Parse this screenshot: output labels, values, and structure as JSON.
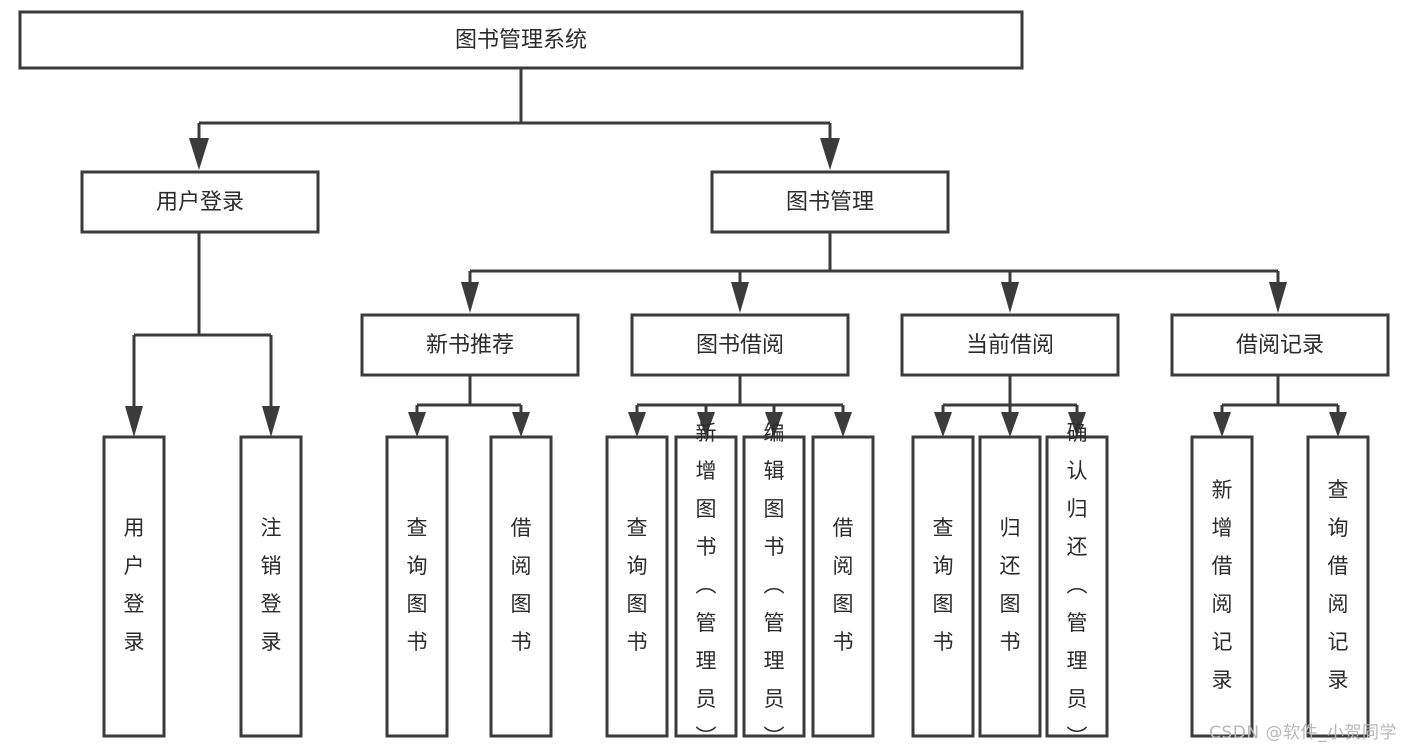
{
  "diagram": {
    "type": "tree",
    "title": "图书管理系统",
    "watermark": "CSDN @软件_小贺同学",
    "colors": {
      "stroke": "#3b3b3b",
      "fill": "#ffffff",
      "text": "#2b2b2b",
      "watermark": "#b8b8b8",
      "background": "#ffffff"
    },
    "root": {
      "label": "图书管理系统"
    },
    "level2": [
      {
        "label": "用户登录"
      },
      {
        "label": "图书管理"
      }
    ],
    "level3": [
      {
        "label": "新书推荐"
      },
      {
        "label": "图书借阅"
      },
      {
        "label": "当前借阅"
      },
      {
        "label": "借阅记录"
      }
    ],
    "leaves": {
      "user_login": [
        {
          "label": "用户登录"
        },
        {
          "label": "注销登录"
        }
      ],
      "new_book_recommend": [
        {
          "label": "查询图书"
        },
        {
          "label": "借阅图书"
        }
      ],
      "book_borrow": [
        {
          "label": "查询图书"
        },
        {
          "label": "新增图书（管理员）"
        },
        {
          "label": "编辑图书（管理员）"
        },
        {
          "label": "借阅图书"
        }
      ],
      "current_borrow": [
        {
          "label": "查询图书"
        },
        {
          "label": "归还图书"
        },
        {
          "label": "确认归还（管理员）"
        }
      ],
      "borrow_record": [
        {
          "label": "新增借阅记录"
        },
        {
          "label": "查询借阅记录"
        }
      ]
    }
  }
}
